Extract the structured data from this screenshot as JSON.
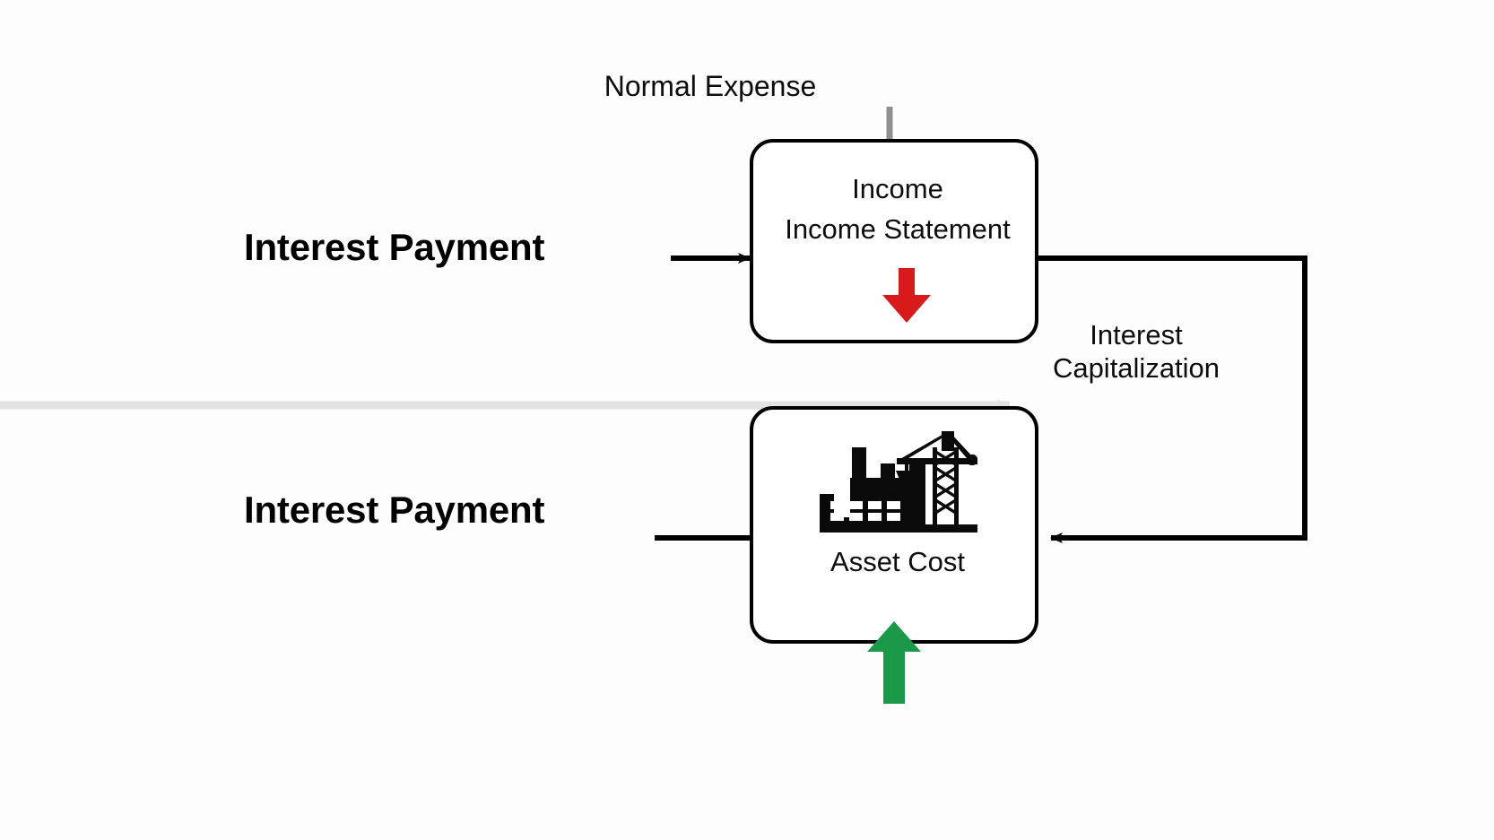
{
  "diagram": {
    "title_visible": false,
    "background_color": "#fdfdfd",
    "line_color": "#000000",
    "muted_line_color": "#dcdcdc",
    "tick_color": "#8a8a8a"
  },
  "labels": {
    "normal_expense": "Normal Expense",
    "interest_payment_top": "Interest Payment",
    "interest_payment_bottom": "Interest Payment",
    "interest_capitalization_line1": "Interest",
    "interest_capitalization_line2": "Capitalization"
  },
  "nodes": [
    {
      "id": "income-statement",
      "line1": "Income",
      "line2": "Income Statement",
      "indicator": "down-arrow",
      "indicator_color": "#d91a1a",
      "indicator_meaning": "decrease"
    },
    {
      "id": "asset-cost",
      "caption": "Asset Cost",
      "icon": "factory-crane-icon",
      "indicator": "up-arrow",
      "indicator_color": "#1a9949",
      "indicator_meaning": "increase"
    }
  ],
  "icons": {
    "factory_crane": "factory-crane-icon",
    "red_down_arrow": "down-arrow-icon",
    "green_up_arrow": "up-arrow-icon",
    "black_arrow_into_income": "arrow-right-icon",
    "black_arrow_into_asset": "arrow-left-icon",
    "muted_arrow": "arrow-right-muted-icon",
    "normal_expense_tick": "connector-tick-icon"
  },
  "colors": {
    "decrease": "#d91a1a",
    "increase": "#1a9949",
    "stroke": "#000000",
    "muted": "#e2e2e2"
  }
}
